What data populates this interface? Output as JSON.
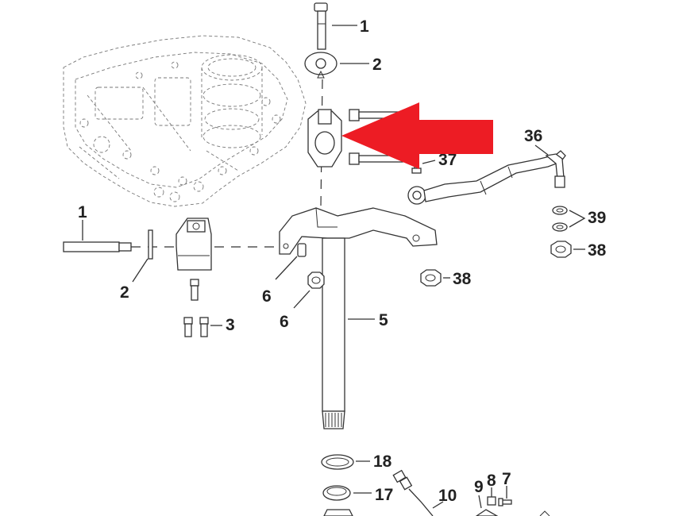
{
  "diagram": {
    "callouts": {
      "c1_top": "1",
      "c2_top": "2",
      "c37": "37",
      "c36": "36",
      "c39": "39",
      "c38_right": "38",
      "c1_left": "1",
      "c2_left": "2",
      "c38_mid": "38",
      "c6_a": "6",
      "c6_b": "6",
      "c3": "3",
      "c5": "5",
      "c18": "18",
      "c17": "17",
      "c10": "10",
      "c9": "9",
      "c8": "8",
      "c7": "7"
    },
    "highlight_arrow_color": "#ED1C24",
    "line_color": "#333333"
  }
}
